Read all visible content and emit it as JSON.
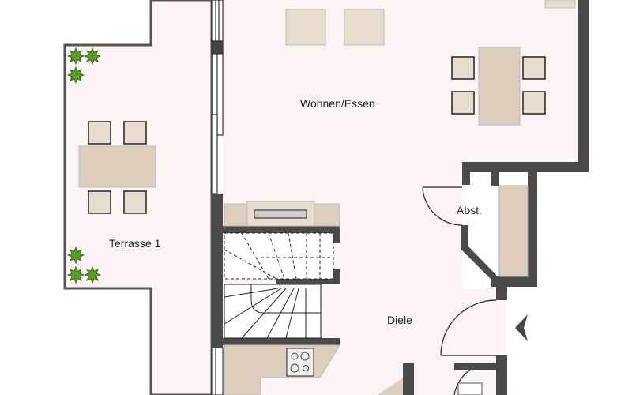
{
  "rooms": {
    "living": "Wohnen/Essen",
    "terrace": "Terrasse 1",
    "storage": "Abst.",
    "hall": "Diele"
  },
  "colors": {
    "floor": "#fcf4f4",
    "wall": "#4a4a4a",
    "furniture": "#dccdbd",
    "chair": "#e8dccf",
    "plant": "#5a9a2a"
  }
}
